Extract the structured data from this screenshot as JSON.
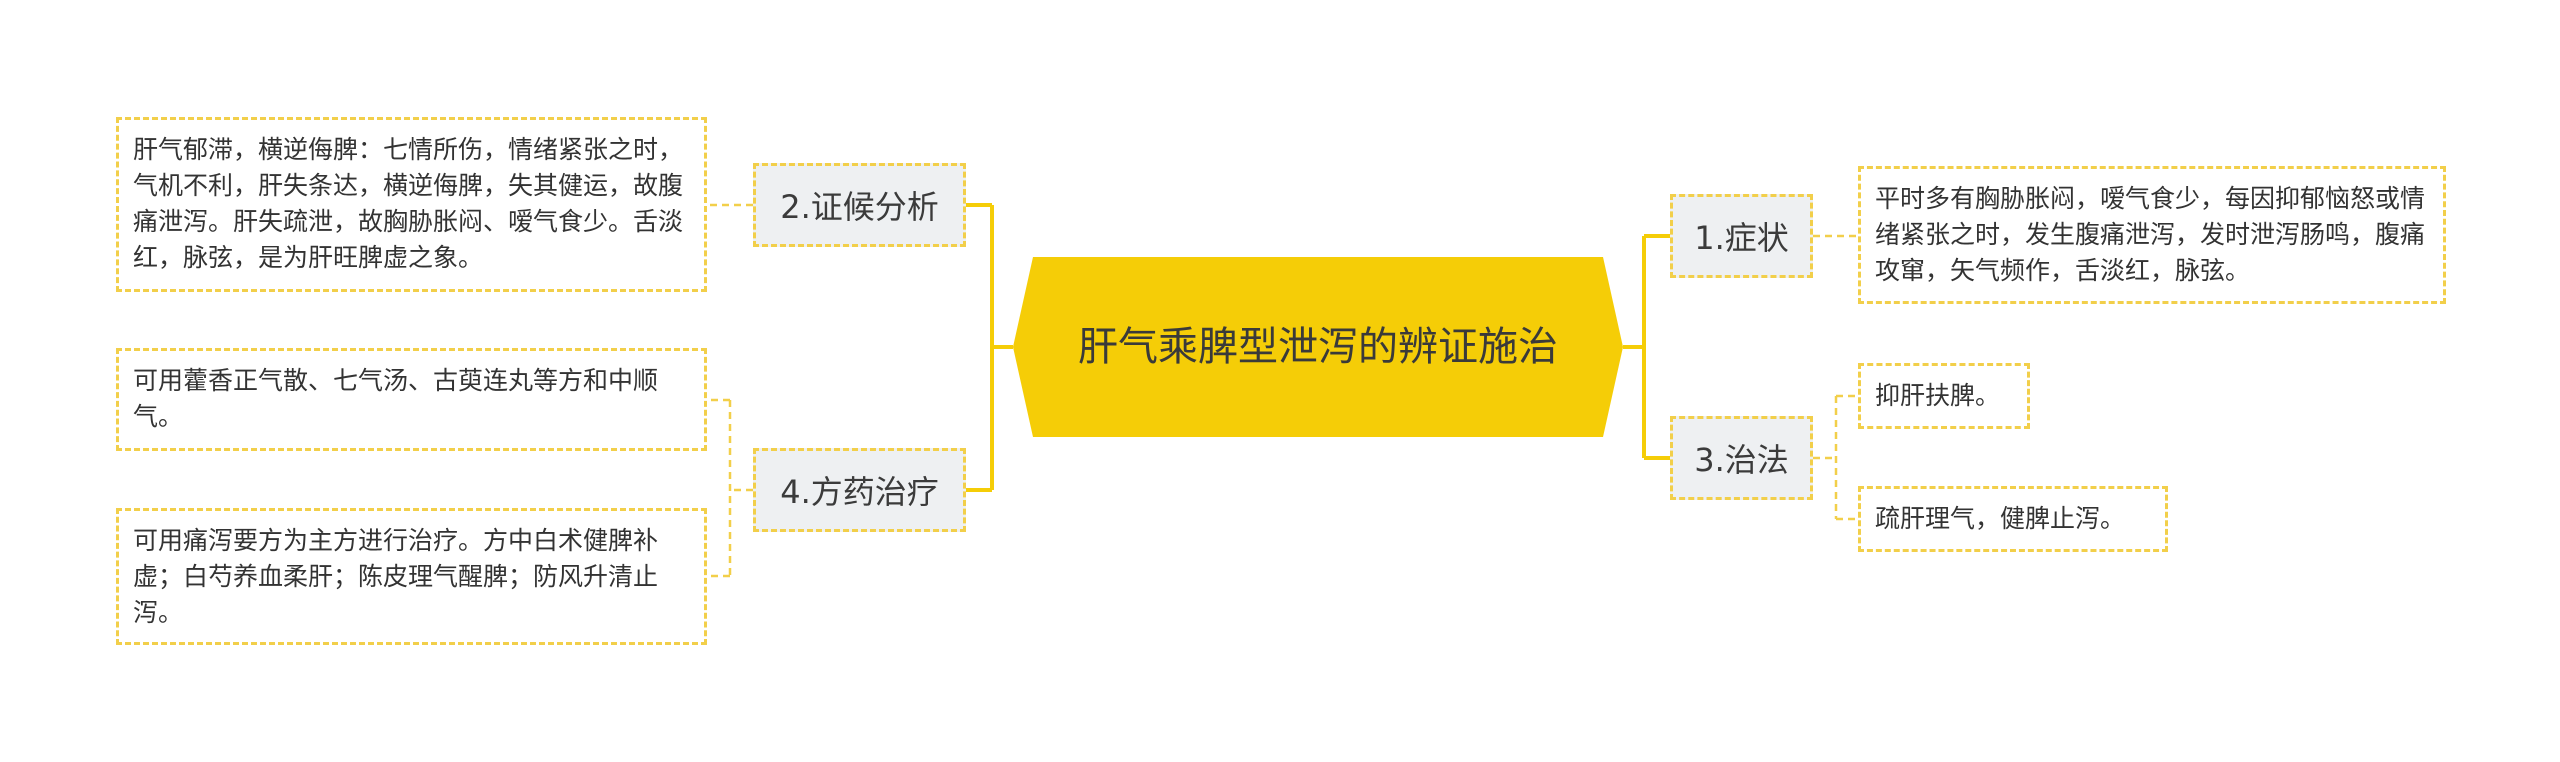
{
  "root": {
    "title": "肝气乘脾型泄泻的辨证施治"
  },
  "branches": {
    "symptoms": {
      "label": "1.症状",
      "leaves": [
        "平时多有胸胁胀闷，嗳气食少，每因抑郁恼怒或情绪紧张之时，发生腹痛泄泻，发时泄泻肠鸣，腹痛攻窜，矢气频作，舌淡红，脉弦。"
      ]
    },
    "analysis": {
      "label": "2.证候分析",
      "leaves": [
        "肝气郁滞，横逆侮脾：七情所伤，情绪紧张之时，气机不利，肝失条达，横逆侮脾，失其健运，故腹痛泄泻。肝失疏泄，故胸胁胀闷、嗳气食少。舌淡红，脉弦，是为肝旺脾虚之象。"
      ]
    },
    "treatment": {
      "label": "3.治法",
      "leaves": [
        "抑肝扶脾。",
        "疏肝理气，健脾止泻。"
      ]
    },
    "prescription": {
      "label": "4.方药治疗",
      "leaves": [
        "可用藿香正气散、七气汤、古萸连丸等方和中顺气。",
        "可用痛泻要方为主方进行治疗。方中白术健脾补虚；白芍养血柔肝；陈皮理气醒脾；防风升清止泻。"
      ]
    }
  },
  "colors": {
    "root_fill": "#f5cd07",
    "branch_fill": "#eef0f2",
    "connector": "#f5cd07",
    "dash_border": "#f2cf4a",
    "text": "#333333"
  }
}
